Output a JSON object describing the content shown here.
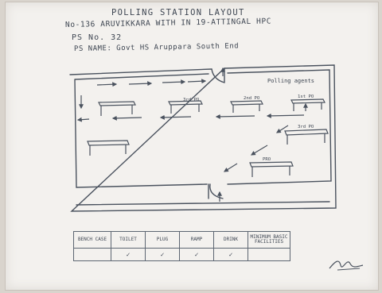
{
  "header": {
    "title": "POLLING STATION LAYOUT",
    "ac_line": "No-136 ARUVIKKARA WITH IN 19-ATTINGAL HPC",
    "ps_no": "PS No. 32",
    "ps_name": "PS NAME: Govt HS Aruppara South End"
  },
  "layout": {
    "polling_agents_label": "Polling agents",
    "officers": [
      "3rd PO",
      "2nd PO",
      "1st PO",
      "3rd PO",
      "PRO"
    ]
  },
  "facilities_table": {
    "headers": [
      "BENCH CASE",
      "TOILET",
      "PLUG",
      "RAMP",
      "DRINK",
      "MINIMUM BASIC FACILITIES"
    ],
    "values": [
      "",
      "✓",
      "✓",
      "✓",
      "✓",
      ""
    ]
  },
  "colors": {
    "paper": "#f3f1ee",
    "ink": "#3e4652",
    "background": "#d9d4cd"
  }
}
